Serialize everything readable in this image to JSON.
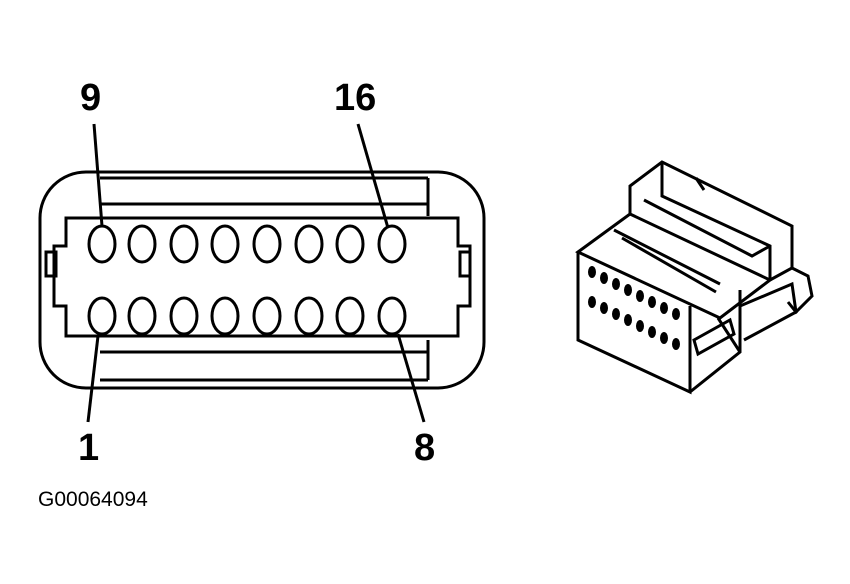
{
  "connector_face": {
    "label_top_left": "9",
    "label_top_right": "16",
    "label_bottom_left": "1",
    "label_bottom_right": "8"
  },
  "figure_id": "G00064094",
  "colors": {
    "line": "#000000",
    "background": "#ffffff"
  }
}
